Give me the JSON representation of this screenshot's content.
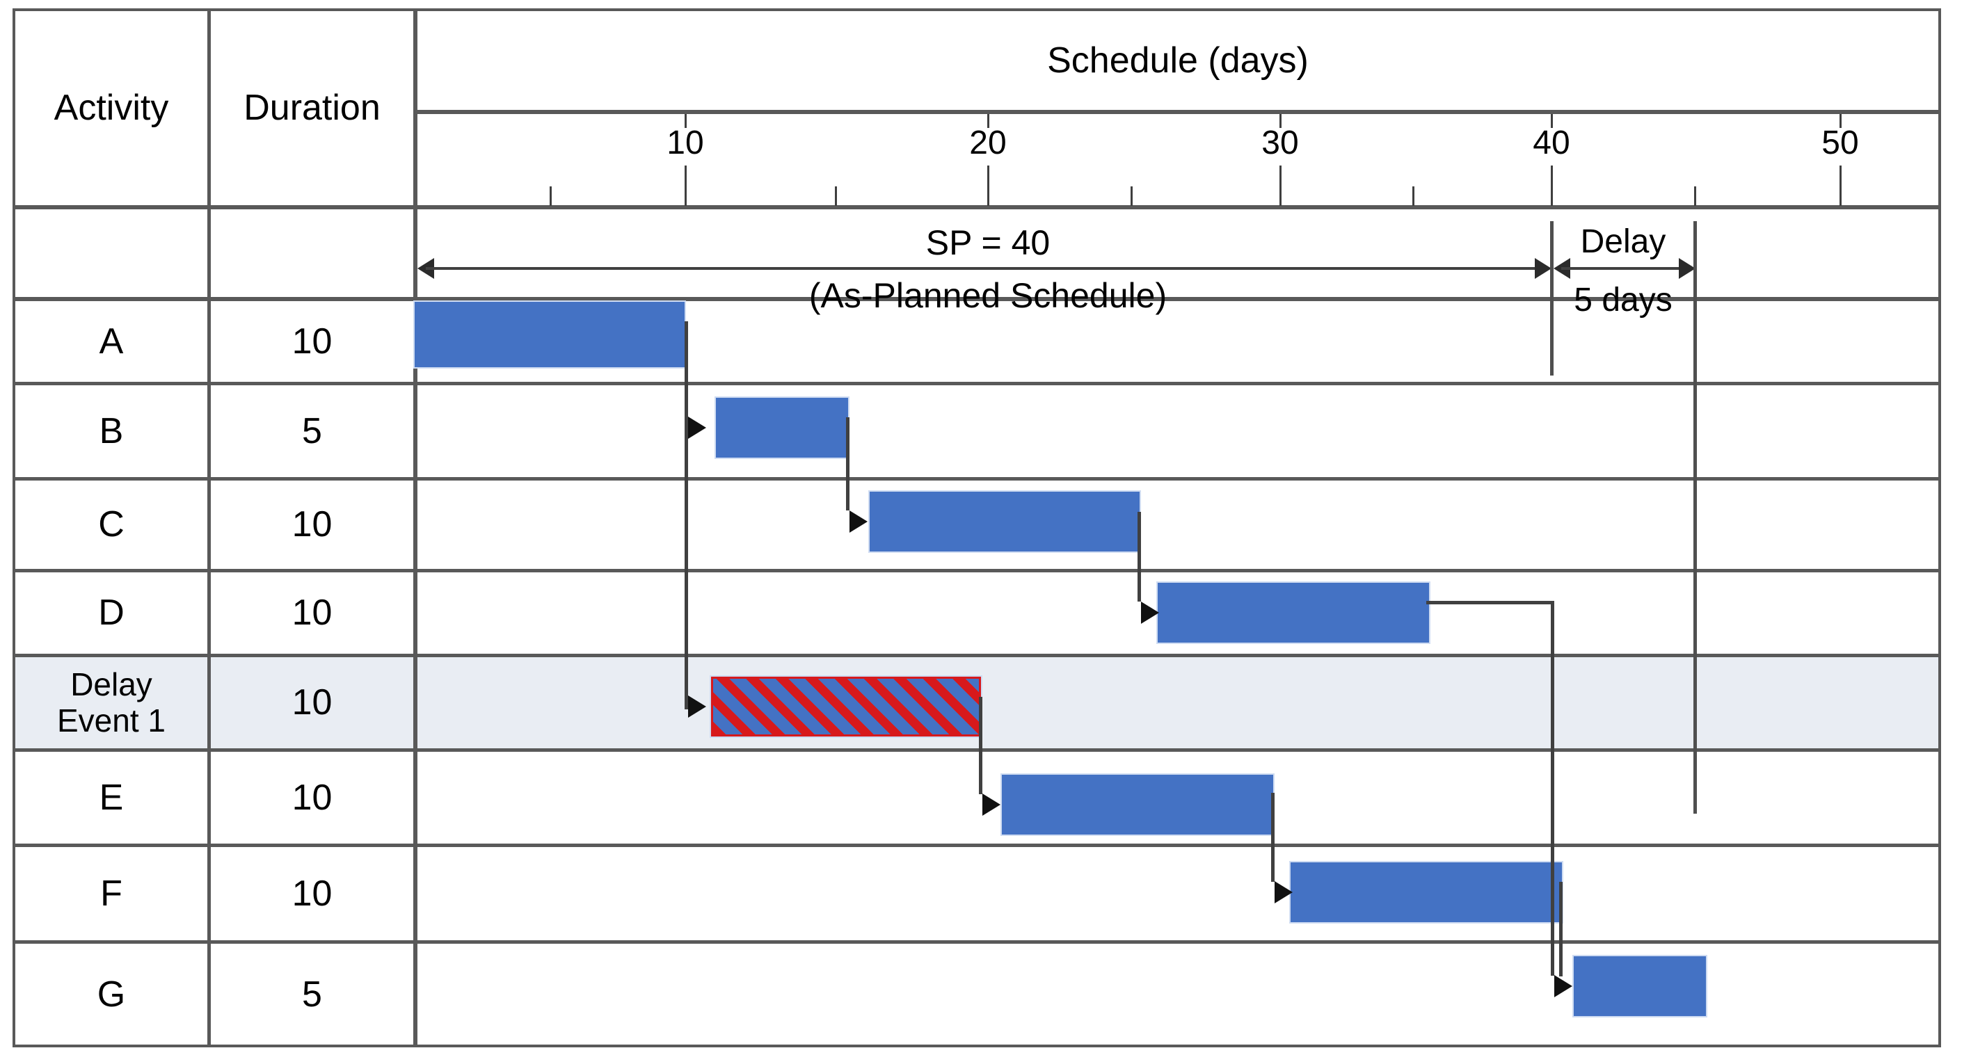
{
  "table": {
    "columns": [
      "Activity",
      "Duration"
    ],
    "rows": [
      {
        "activity": "A",
        "duration": "10"
      },
      {
        "activity": "B",
        "duration": "5"
      },
      {
        "activity": "C",
        "duration": "10"
      },
      {
        "activity": "D",
        "duration": "10"
      },
      {
        "activity": "Delay\nEvent 1",
        "activity_line1": "Delay",
        "activity_line2": "Event 1",
        "duration": "10",
        "highlighted": true
      },
      {
        "activity": "E",
        "duration": "10"
      },
      {
        "activity": "F",
        "duration": "10"
      },
      {
        "activity": "G",
        "duration": "5"
      }
    ]
  },
  "axis": {
    "title": "Schedule (days)",
    "tick_labels": [
      "10",
      "20",
      "30",
      "40",
      "50"
    ],
    "tick_values": [
      10,
      20,
      30,
      40,
      50
    ],
    "minor_tick_step": 5,
    "min": 0,
    "max": 55
  },
  "annotations": {
    "sp_label": "SP = 40",
    "sp_sublabel": "(As-Planned Schedule)",
    "delay_label": "Delay",
    "delay_value": "5 days"
  },
  "colors": {
    "bar": "#4472C4",
    "hatch": "#D7191C",
    "grid": "#595959",
    "row_highlight": "#E9EDF3",
    "connector": "#404040"
  },
  "chart_data": {
    "type": "bar",
    "title": "Schedule (days)",
    "xlabel": "Schedule (days)",
    "ylabel": "Activity",
    "xlim": [
      0,
      55
    ],
    "grid": false,
    "legend": "none",
    "categories": [
      "A",
      "B",
      "C",
      "D",
      "Delay Event 1",
      "E",
      "F",
      "G"
    ],
    "bars": [
      {
        "activity": "A",
        "start": 0,
        "duration": 10,
        "end": 10,
        "style": "solid"
      },
      {
        "activity": "B",
        "start": 10,
        "duration": 5,
        "end": 15,
        "style": "solid"
      },
      {
        "activity": "C",
        "start": 15,
        "duration": 10,
        "end": 25,
        "style": "solid"
      },
      {
        "activity": "D",
        "start": 25,
        "duration": 10,
        "end": 35,
        "style": "solid"
      },
      {
        "activity": "Delay Event 1",
        "start": 10,
        "duration": 10,
        "end": 20,
        "style": "hatched-red-diagonal"
      },
      {
        "activity": "E",
        "start": 20,
        "duration": 10,
        "end": 30,
        "style": "solid"
      },
      {
        "activity": "F",
        "start": 30,
        "duration": 10,
        "end": 40,
        "style": "solid"
      },
      {
        "activity": "G",
        "start": 40,
        "duration": 5,
        "end": 45,
        "style": "solid"
      }
    ],
    "links": [
      {
        "from": "A",
        "to": "B",
        "type": "finish-to-start"
      },
      {
        "from": "B",
        "to": "C",
        "type": "finish-to-start"
      },
      {
        "from": "C",
        "to": "D",
        "type": "finish-to-start"
      },
      {
        "from": "A",
        "to": "Delay Event 1",
        "type": "finish-to-start"
      },
      {
        "from": "Delay Event 1",
        "to": "E",
        "type": "finish-to-start"
      },
      {
        "from": "E",
        "to": "F",
        "type": "finish-to-start"
      },
      {
        "from": "D",
        "to": "G",
        "type": "finish-to-start"
      },
      {
        "from": "F",
        "to": "G",
        "type": "finish-to-start"
      }
    ],
    "markers": [
      {
        "label": "SP = 40",
        "sublabel": "(As-Planned Schedule)",
        "from": 0,
        "to": 40
      },
      {
        "label": "Delay",
        "sublabel": "5 days",
        "from": 40,
        "to": 45
      }
    ]
  }
}
